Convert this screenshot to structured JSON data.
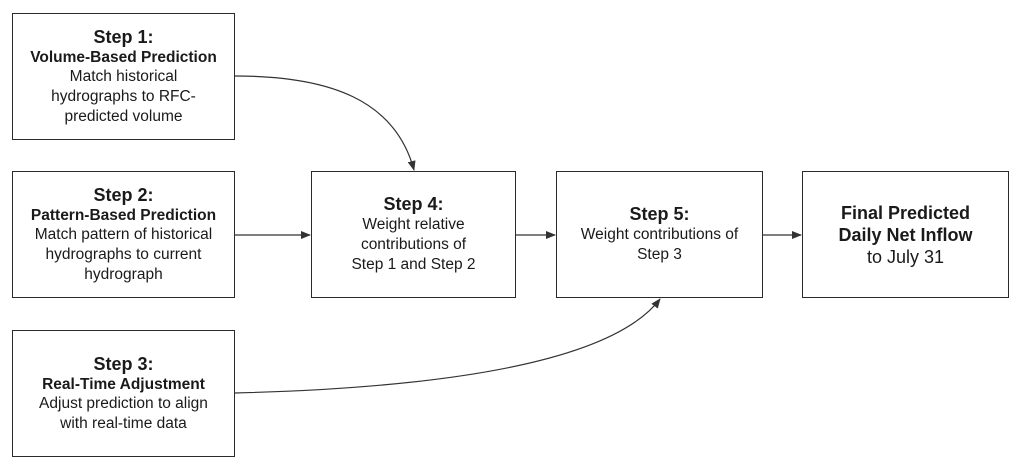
{
  "step1": {
    "title": "Step 1:",
    "subtitle": "Volume-Based Prediction",
    "desc": [
      "Match historical",
      "hydrographs to RFC-",
      "predicted volume"
    ]
  },
  "step2": {
    "title": "Step 2:",
    "subtitle": "Pattern-Based Prediction",
    "desc": [
      "Match pattern of historical",
      "hydrographs to current",
      "hydrograph"
    ]
  },
  "step3": {
    "title": "Step 3:",
    "subtitle": "Real-Time Adjustment",
    "desc": [
      "Adjust prediction to align",
      "with real-time data"
    ]
  },
  "step4": {
    "title": "Step 4:",
    "desc": [
      "Weight relative",
      "contributions of",
      "Step 1 and Step 2"
    ]
  },
  "step5": {
    "title": "Step 5:",
    "desc": [
      "Weight contributions of",
      "Step 3"
    ]
  },
  "final": {
    "title": [
      "Final Predicted",
      "Daily Net Inflow"
    ],
    "desc": "to July 31"
  },
  "colors": {
    "border": "#2b2b2b",
    "arrow": "#333333",
    "text": "#1a1a1a"
  }
}
